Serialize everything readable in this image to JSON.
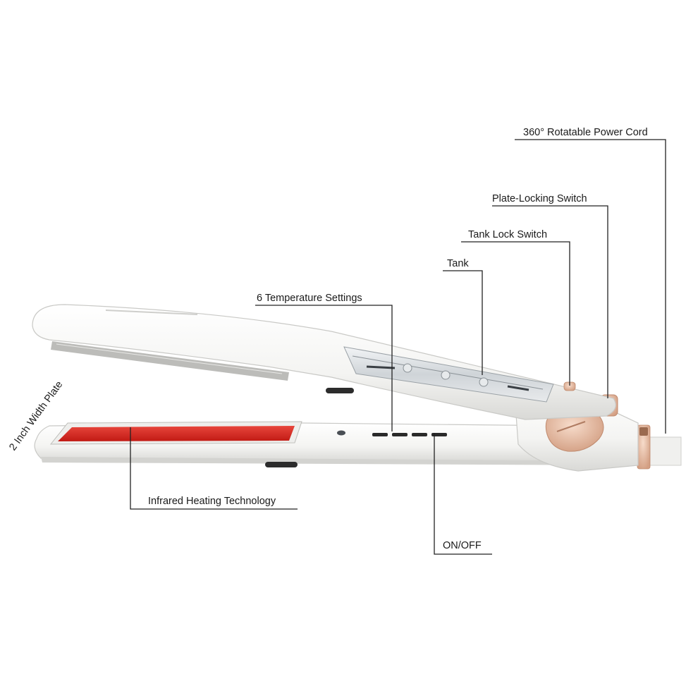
{
  "callouts": {
    "power_cord": "360° Rotatable Power Cord",
    "plate_lock": "Plate-Locking Switch",
    "tank_lock": "Tank Lock Switch",
    "tank": "Tank",
    "temp_settings": "6 Temperature Settings",
    "plate_width": "2 Inch Width Plate",
    "infrared": "Infrared Heating Technology",
    "on_off": "ON/OFF"
  },
  "colors": {
    "body": "#f7f7f5",
    "plate": "#d8261e",
    "rose_gold": "#e3b49a",
    "line": "#222222"
  }
}
